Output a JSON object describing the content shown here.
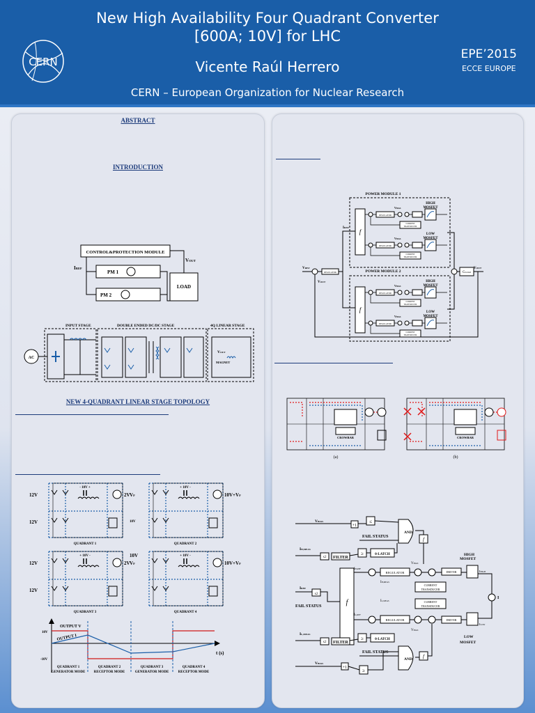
{
  "header": {
    "title_line1": "New High Availability Four Quadrant Converter",
    "title_line2": "[600A; 10V] for LHC",
    "author": "Vicente Raúl Herrero",
    "organization": "CERN – European Organization for Nuclear Research",
    "logo_text": "CERN",
    "conference": "EPE’2015",
    "conference_sub": "ECCE EUROPE"
  },
  "left": {
    "abstract": "ABSTRACT",
    "introduction": "INTRODUCTION",
    "new_topology": "NEW 4-QUADRANT LINEAR STAGE TOPOLOGY",
    "ctrl_block": {
      "control": "CONTROL&PROTECTION MODULE",
      "iref": "I",
      "iref_sub": "REF",
      "vout": "V",
      "vout_sub": "OUT",
      "pm1": "PM 1",
      "pm2": "PM 2",
      "load": "LOAD"
    },
    "stages": {
      "input": "INPUT STAGE",
      "dcdc": "DOUBLE ENDED DC/DC STAGE",
      "linear": "4Q LINEAR STAGE",
      "ac": "AC",
      "vout": "V",
      "vout_sub": "OUT",
      "magnet": "MAGNET"
    },
    "quadrants": [
      {
        "label": "QUADRANT 1",
        "cap": "- 10V +",
        "out": "2V",
        "vin": "12V"
      },
      {
        "label": "QUADRANT 2",
        "cap": "+ 10V -",
        "out": "10V+V",
        "out_sub": "F",
        "vin": "V",
        "vin_sub": "F"
      },
      {
        "label": "QUADRANT 3",
        "cap": "+ 10V -",
        "out": "2V",
        "vin": "12V"
      },
      {
        "label": "QUADRANT 4",
        "cap": "+ 10V -",
        "out": "10V+V",
        "out_sub": "F",
        "vin": "V",
        "vin_sub": "F"
      }
    ],
    "q_extra": {
      "q2_10v": "10V",
      "q3_10v": "10V"
    },
    "waveform": {
      "output_v": "OUTPUT V",
      "output_i": "OUTPUT I",
      "plus10": "10V",
      "minus10": "-10V",
      "taxis": "t (s)",
      "modes": [
        {
          "q": "QUADRANT 1",
          "m": "GENERATOR MODE"
        },
        {
          "q": "QUADRANT 2",
          "m": "RECEPTOR MODE"
        },
        {
          "q": "QUADRANT 3",
          "m": "GENERATOR MODE"
        },
        {
          "q": "QUADRANT 4",
          "m": "RECEPTOR MODE"
        }
      ]
    }
  },
  "right": {
    "pm": {
      "pm1": "POWER MODULE 1",
      "pm2": "POWER MODULE 2",
      "high": "HIGH",
      "low": "LOW",
      "mosfet": "MOSFET",
      "vbias": "V",
      "vbias_sub": "BIAS",
      "vout": "V",
      "vout_sub": "OUT",
      "vref": "V",
      "vref_sub": "REF",
      "iref": "I",
      "iref_sub": "REF",
      "current": "CURRENT",
      "transducer": "TRANSDUCER",
      "regulator": "REGULATOR",
      "f": "f",
      "gl": "G",
      "gl_sub": "LOAD"
    },
    "fault_labels": {
      "a": "(a)",
      "b": "(b)",
      "crowbar": "CROWBAR"
    },
    "detail": {
      "vbias": "V",
      "vbias_sub": "BIAS",
      "fail": "FAIL STATUS",
      "and": "AND",
      "hmeas": "I",
      "hmeas_sub": "H,MEAS",
      "lmeas": "I",
      "lmeas_sub": "L,MEAS",
      "x2": "x2",
      "filter": "FILTER",
      "olatch": "0-LATCH",
      "regulator": "REGULATOR",
      "href": "I",
      "href_sub": "H,REF",
      "lref": "I",
      "lref_sub": "L,REF",
      "iref": "I",
      "iref_sub": "REF",
      "current": "CURRENT",
      "transducer": "TRANSDUCER",
      "driver": "DRIVER",
      "high": "HIGH",
      "low": "LOW",
      "mosfet": "MOSFET",
      "ihigh": "I",
      "ihigh_sub": "HIGH",
      "ilow": "I",
      "ilow_sub": "LOW",
      "i": "I",
      "f": "f",
      "plus1": "+1",
      "lt": "≤",
      "gt": "≥"
    }
  }
}
